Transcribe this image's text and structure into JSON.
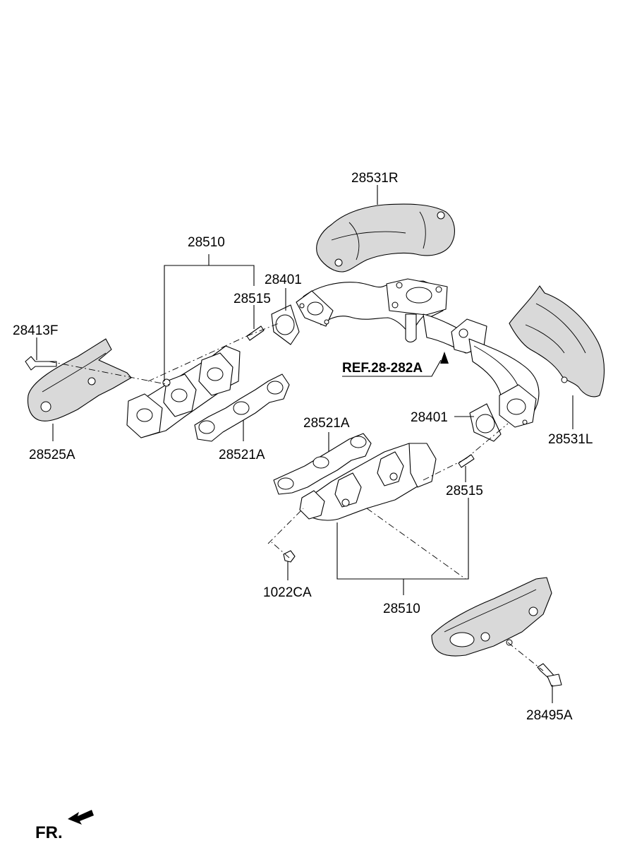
{
  "labels": {
    "heat_shield_right_upper": "28531R",
    "manifold_assy_left": "28510",
    "stud_left": "28515",
    "gasket_left": "28401",
    "bolt_left": "28413F",
    "heat_protector_left": "28525A",
    "manifold_gasket_left": "28521A",
    "reference": "REF.28-282A",
    "gasket_right": "28401",
    "heat_shield_left_upper": "28531L",
    "manifold_gasket_right": "28521A",
    "stud_right": "28515",
    "nut": "1022CA",
    "manifold_assy_right": "28510",
    "bolt_right": "28495A"
  },
  "orientation": {
    "text": "FR.",
    "icon": "front-direction-arrow-icon"
  }
}
